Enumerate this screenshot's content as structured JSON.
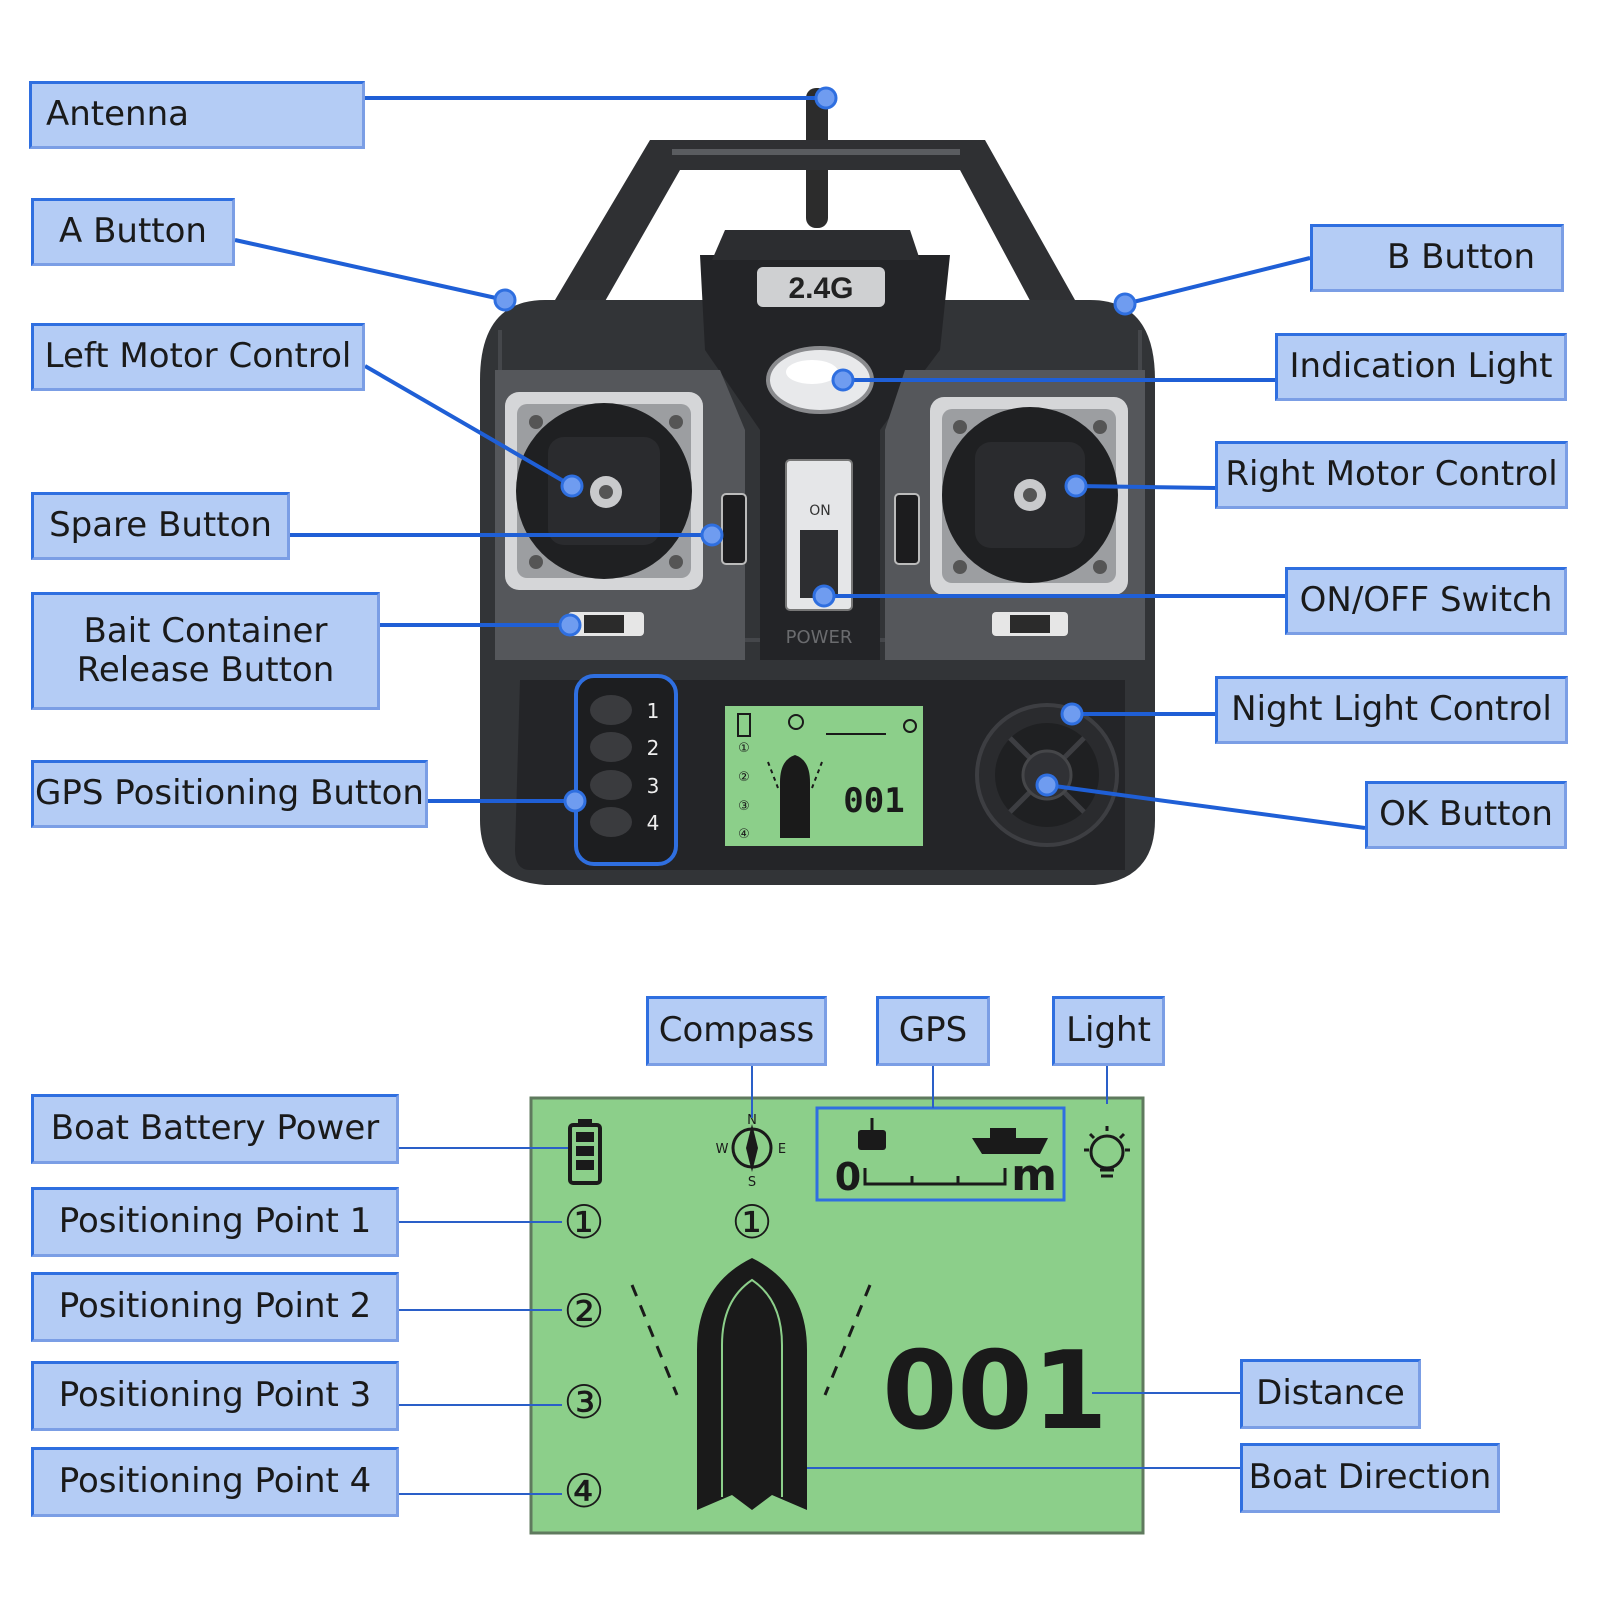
{
  "labels": {
    "antenna": "Antenna",
    "a_button": "A Button",
    "b_button": "B Button",
    "left_motor": "Left Motor Control",
    "indication_light": "Indication Light",
    "right_motor": "Right Motor Control",
    "spare_button": "Spare Button",
    "on_off_switch": "ON/OFF Switch",
    "bait_line1": "Bait Container",
    "bait_line2": "Release Button",
    "night_light": "Night Light Control",
    "gps_positioning": "GPS Positioning Button",
    "ok_button": "OK Button",
    "compass": "Compass",
    "gps": "GPS",
    "light": "Light",
    "boat_battery": "Boat Battery Power",
    "point1": "Positioning Point 1",
    "point2": "Positioning Point 2",
    "point3": "Positioning Point 3",
    "point4": "Positioning Point 4",
    "distance": "Distance",
    "boat_direction": "Boat Direction"
  },
  "remote": {
    "frequency": "2.4G",
    "switch_on": "ON",
    "power_text": "POWER",
    "button_numbers": [
      "1",
      "2",
      "3",
      "4"
    ],
    "mini_distance": "001",
    "mini_points": [
      "①",
      "②",
      "③",
      "④"
    ]
  },
  "display": {
    "compass": {
      "n": "N",
      "s": "S",
      "e": "E",
      "w": "W"
    },
    "gps_start": "0",
    "gps_unit": "m",
    "points": [
      "①",
      "②",
      "③",
      "④"
    ],
    "top_point": "①",
    "distance": "001"
  },
  "colors": {
    "label_fill": "#b4ccf5",
    "label_border": "#2f6fe0",
    "leader_line": "#1f5fd6",
    "lcd_green": "#8ccf8a",
    "remote_body": "#303235"
  }
}
